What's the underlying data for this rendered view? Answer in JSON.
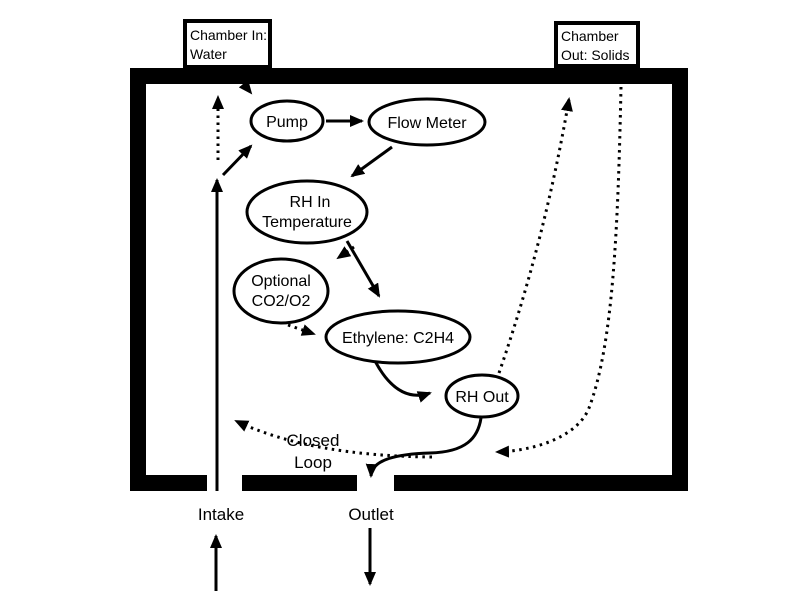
{
  "colors": {
    "ink": "#000000",
    "background": "#ffffff"
  },
  "chamber_in_box": {
    "line1": "Chamber In:",
    "line2": "Water"
  },
  "chamber_out_box": {
    "line1": "Chamber",
    "line2": "Out: Solids"
  },
  "nodes": {
    "pump": {
      "label": "Pump"
    },
    "flow_meter": {
      "label": "Flow Meter"
    },
    "rh_in": {
      "line1": "RH In",
      "line2": "Temperature"
    },
    "optional": {
      "line1": "Optional",
      "line2": "CO2/O2"
    },
    "ethylene": {
      "label": "Ethylene: C2H4"
    },
    "rh_out": {
      "label": "RH Out"
    }
  },
  "labels": {
    "intake": "Intake",
    "outlet": "Outlet",
    "closed_loop_line1": "Closed",
    "closed_loop_line2": "Loop"
  },
  "edges": [
    {
      "from": "Chamber In: Water",
      "to": "Pump",
      "style": "dotted"
    },
    {
      "from": "Intake line",
      "to": "Chamber In: Water",
      "style": "dotted"
    },
    {
      "from": "Intake line",
      "to": "Pump",
      "style": "solid"
    },
    {
      "from": "Pump",
      "to": "Flow Meter",
      "style": "solid"
    },
    {
      "from": "Flow Meter",
      "to": "RH In Temperature",
      "style": "solid"
    },
    {
      "from": "RH In Temperature",
      "to": "Optional CO2/O2",
      "style": "dotted"
    },
    {
      "from": "RH In Temperature",
      "to": "Ethylene: C2H4",
      "style": "solid"
    },
    {
      "from": "Optional CO2/O2",
      "to": "Ethylene: C2H4",
      "style": "dotted"
    },
    {
      "from": "Ethylene: C2H4",
      "to": "RH Out",
      "style": "solid"
    },
    {
      "from": "RH Out",
      "to": "Chamber Out: Solids",
      "style": "dotted"
    },
    {
      "from": "Chamber Out: Solids",
      "to": "closed loop junction",
      "style": "dotted"
    },
    {
      "from": "RH Out",
      "to": "Outlet",
      "style": "solid"
    },
    {
      "from": "closed loop junction",
      "to": "Intake line",
      "style": "dotted"
    },
    {
      "from": "outside below",
      "to": "Intake",
      "style": "solid"
    },
    {
      "from": "Outlet",
      "to": "outside below",
      "style": "solid"
    }
  ]
}
